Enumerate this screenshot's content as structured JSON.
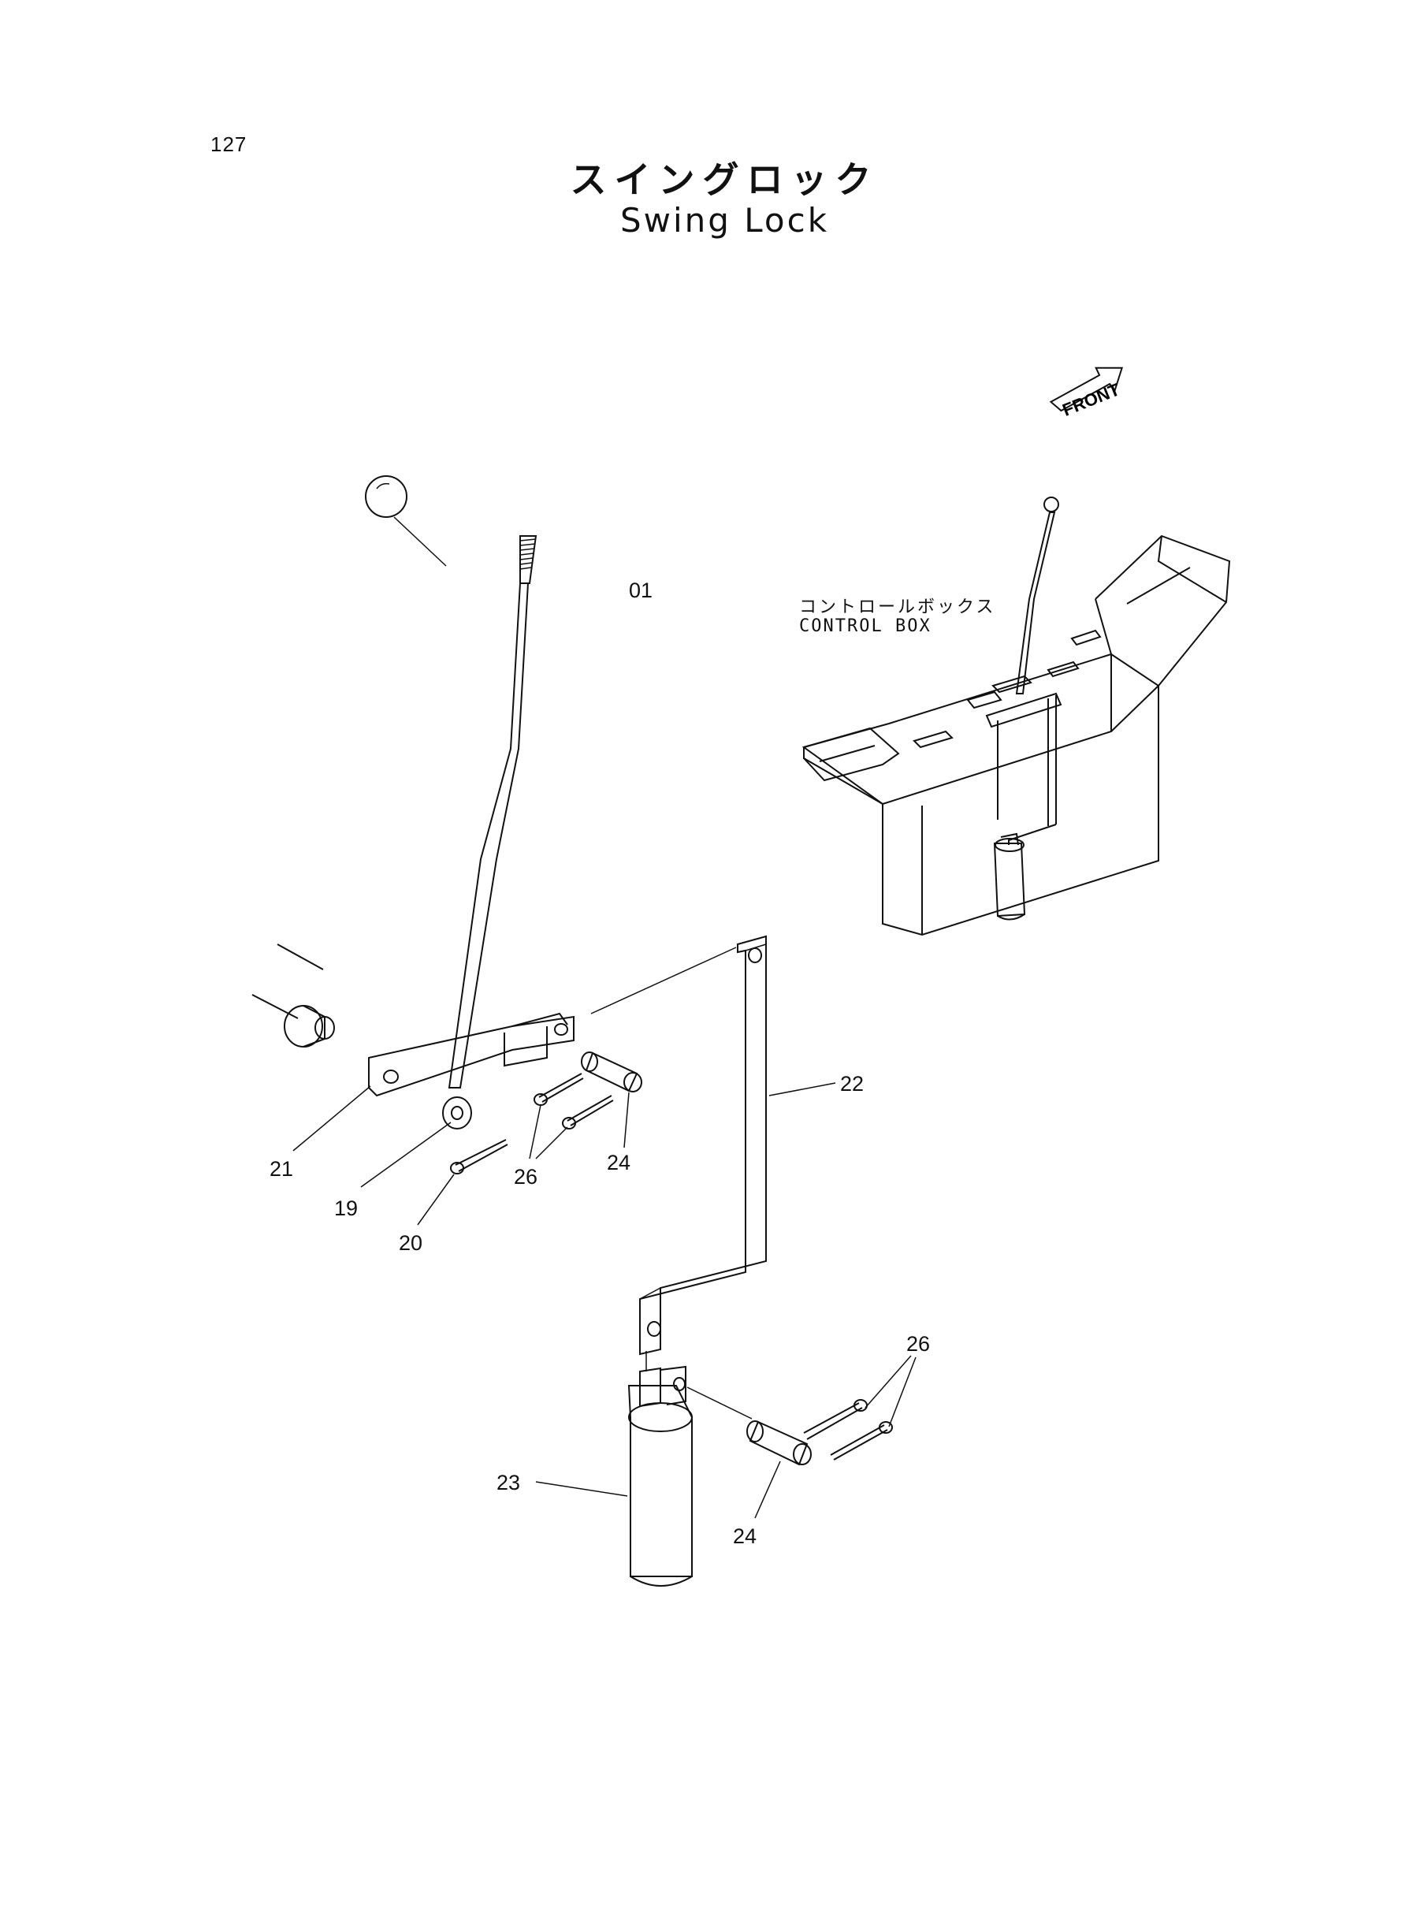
{
  "header": {
    "page_number": "127",
    "title_ja": "スイングロック",
    "title_en": "Swing Lock"
  },
  "inset": {
    "label_ja": "コントロールボックス",
    "label_en": "CONTROL BOX",
    "front_label": "FRONT"
  },
  "callouts": [
    {
      "id": "c-01",
      "text": "01"
    },
    {
      "id": "c-21",
      "text": "21"
    },
    {
      "id": "c-19",
      "text": "19"
    },
    {
      "id": "c-20",
      "text": "20"
    },
    {
      "id": "c-26a",
      "text": "26"
    },
    {
      "id": "c-24a",
      "text": "24"
    },
    {
      "id": "c-22",
      "text": "22"
    },
    {
      "id": "c-26b",
      "text": "26"
    },
    {
      "id": "c-23",
      "text": "23"
    },
    {
      "id": "c-24b",
      "text": "24"
    }
  ]
}
